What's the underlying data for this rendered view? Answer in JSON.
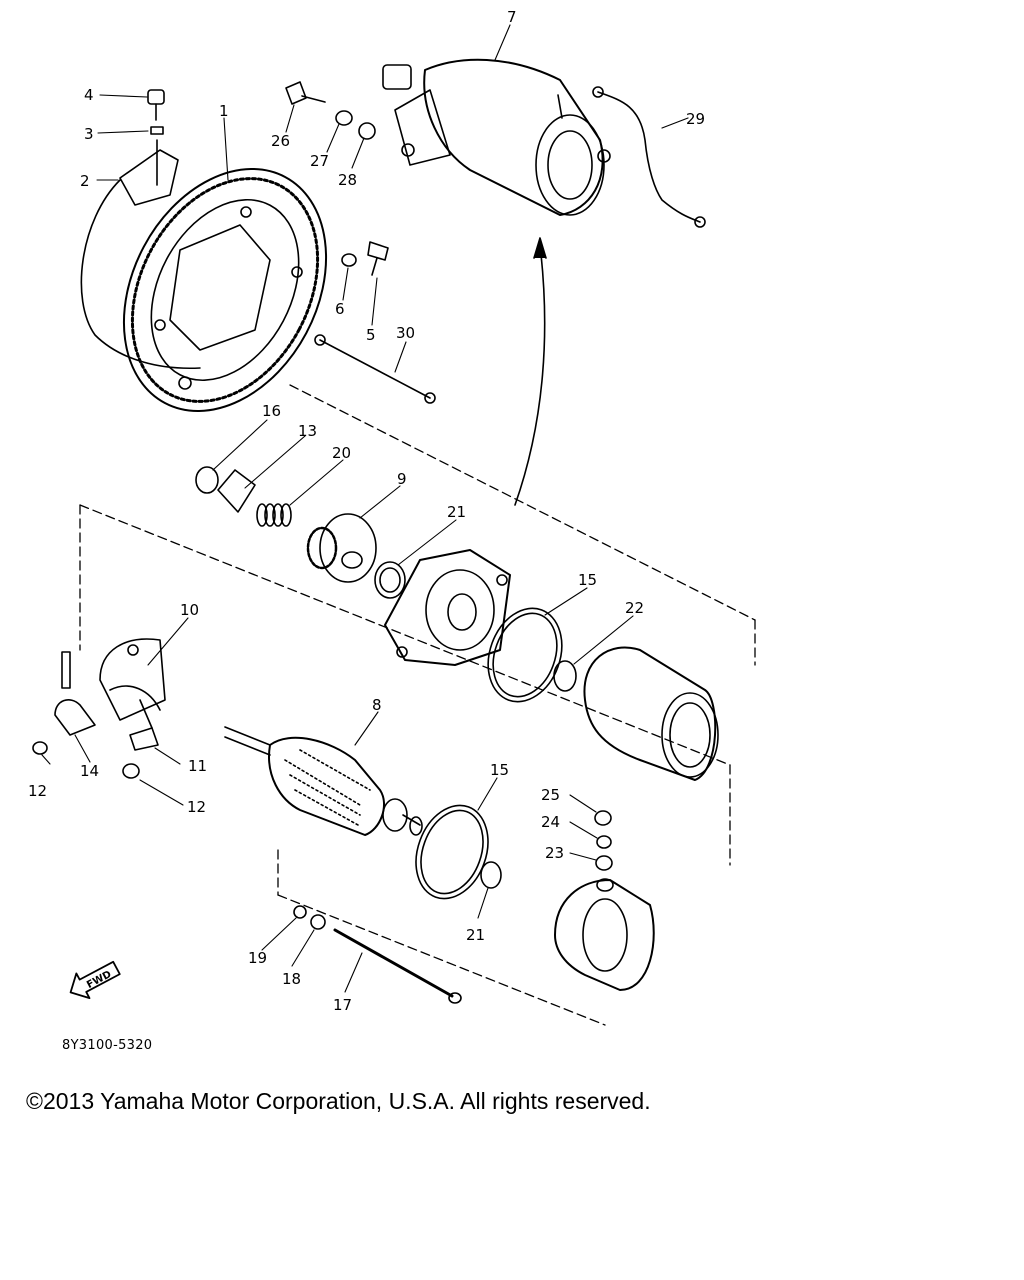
{
  "diagram": {
    "callouts": [
      "1",
      "2",
      "3",
      "4",
      "5",
      "6",
      "7",
      "8",
      "9",
      "10",
      "11",
      "12",
      "12",
      "13",
      "14",
      "15",
      "15",
      "16",
      "17",
      "18",
      "19",
      "20",
      "21",
      "21",
      "22",
      "23",
      "24",
      "25",
      "26",
      "27",
      "28",
      "29",
      "30"
    ],
    "fwd_label": "FWD",
    "drawing_code": "8Y3100-5320"
  },
  "footer": {
    "copyright": "©2013 Yamaha Motor Corporation, U.S.A. All rights reserved."
  }
}
